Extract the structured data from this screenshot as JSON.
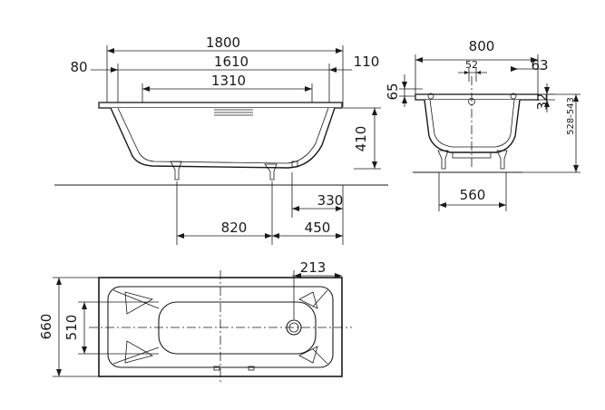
{
  "side_view": {
    "dims": {
      "overall_length": "1800",
      "left_rim": "80",
      "inner_top_length": "1610",
      "right_rim": "110",
      "bottom_length": "1310",
      "depth": "410",
      "drain_to_end": "330",
      "feet_distance": "820",
      "foot_to_end": "450"
    }
  },
  "end_view": {
    "dims": {
      "overall_width": "800",
      "rim_height": "65",
      "drain_width": "52",
      "rim_width": "63",
      "rim_thickness": "32",
      "height_range": "528-543",
      "feet_width": "560"
    }
  },
  "plan_view": {
    "dims": {
      "overall_width": "660",
      "inner_width": "510",
      "drain_offset": "213"
    }
  }
}
